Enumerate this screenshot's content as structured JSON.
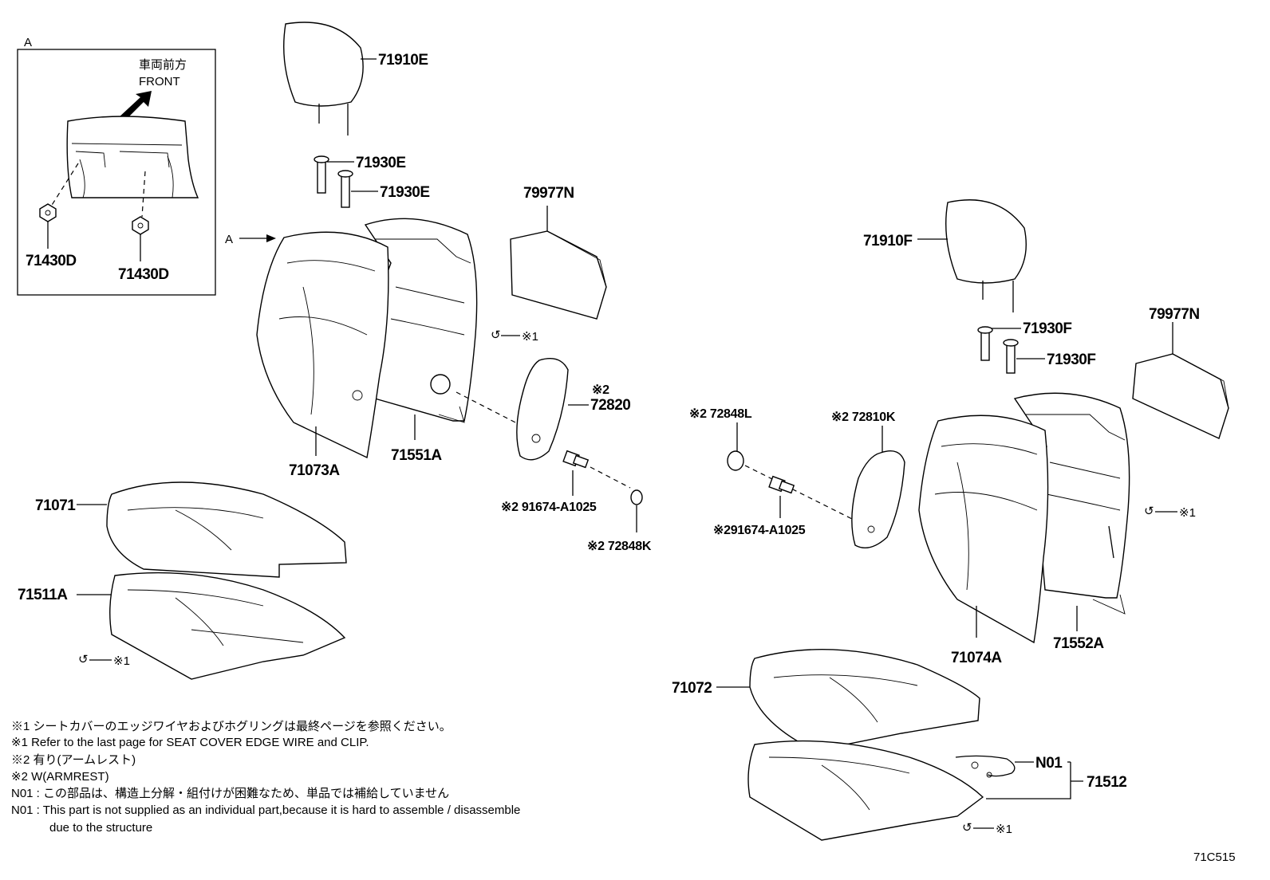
{
  "inset": {
    "view_label": "A",
    "front_jp": "車両前方",
    "front_en": "FRONT",
    "part_left": "71430D",
    "part_right": "71430D"
  },
  "view_arrow_label": "A",
  "parts": {
    "headrest_left": "71910E",
    "guide_left_1": "71930E",
    "guide_left_2": "71930E",
    "pad_left": "79977N",
    "back_cover_left": "71073A",
    "back_pad_left": "71551A",
    "armrest_left_mark": "※2",
    "armrest_left": "72820",
    "screw_left": "※2 91674-A1025",
    "cap_left_k": "※2 72848K",
    "cushion_cover_left": "71071",
    "cushion_pad_left": "71511A",
    "clip_mark_1": "※1",
    "clip_mark_2": "※1",
    "headrest_right": "71910F",
    "guide_right_1": "71930F",
    "guide_right_2": "71930F",
    "pad_right": "79977N",
    "cap_right_l": "※2 72848L",
    "armrest_right": "※2 72810K",
    "screw_right": "※291674-A1025",
    "back_cover_right": "71074A",
    "back_pad_right": "71552A",
    "clip_mark_3": "※1",
    "cushion_cover_right": "71072",
    "wire_n01": "N01",
    "cushion_pad_right": "71512",
    "clip_mark_4": "※1"
  },
  "notes": [
    "※1 シートカバーのエッジワイヤおよびホグリングは最終ページを参照ください。",
    "※1 Refer to the last page for SEAT COVER EDGE WIRE and CLIP.",
    "※2 有り(アームレスト)",
    "※2 W(ARMREST)",
    "N01 : この部品は、構造上分解・組付けが困難なため、単品では補給していません",
    "N01 : This part is not supplied as an individual part,because it is hard to assemble / disassemble",
    "due to the structure"
  ],
  "diagram_code": "71C515"
}
